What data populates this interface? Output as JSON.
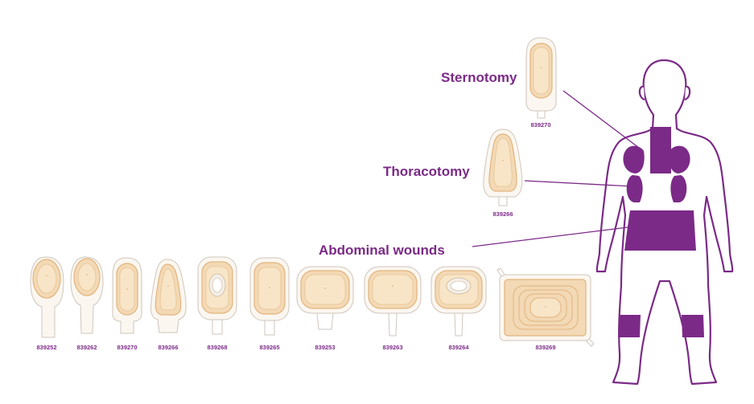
{
  "colors": {
    "accent": "#7b2a87",
    "dressing_outer": "#fbf7f0",
    "dressing_pad": "#f3d9b5",
    "dressing_rim": "#e2b47e",
    "outline": "#cfc6bd"
  },
  "regions": {
    "sternotomy": "Sternotomy",
    "thoracotomy": "Thoracotomy",
    "abdominal": "Abdominal wounds"
  },
  "products": [
    {
      "code": "839252",
      "shape": "oval",
      "region": "abdominal"
    },
    {
      "code": "839262",
      "shape": "oval",
      "region": "abdominal"
    },
    {
      "code": "839270",
      "shape": "oblong",
      "region": "abdominal"
    },
    {
      "code": "839266",
      "shape": "teardrop",
      "region": "abdominal"
    },
    {
      "code": "839268",
      "shape": "round-rect-window",
      "region": "abdominal"
    },
    {
      "code": "839265",
      "shape": "round-rect",
      "region": "abdominal"
    },
    {
      "code": "839253",
      "shape": "wide-rect",
      "region": "abdominal"
    },
    {
      "code": "839263",
      "shape": "wide-rect",
      "region": "abdominal"
    },
    {
      "code": "839264",
      "shape": "wide-rect-window",
      "region": "abdominal"
    },
    {
      "code": "839269",
      "shape": "large-rect",
      "region": "abdominal"
    }
  ],
  "featured": [
    {
      "code": "839270",
      "region": "sternotomy"
    },
    {
      "code": "839266",
      "region": "thoracotomy"
    }
  ]
}
